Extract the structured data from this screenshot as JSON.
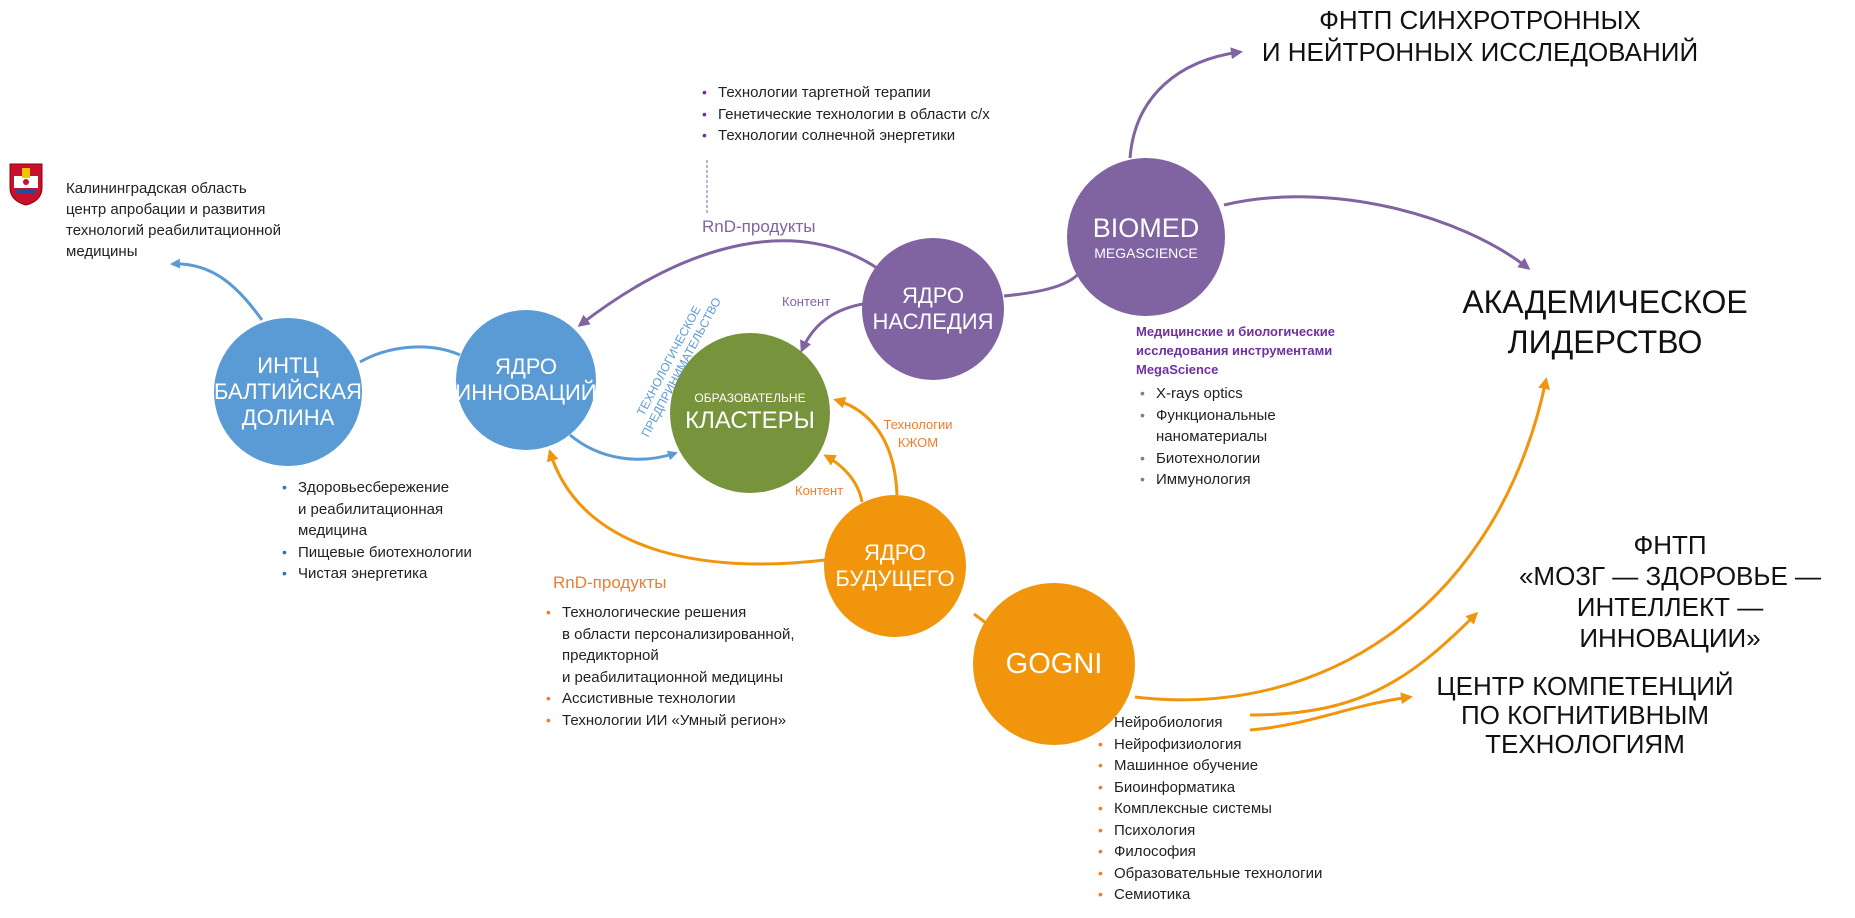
{
  "colors": {
    "blue": "#5b9bd5",
    "purple": "#8064a2",
    "green": "#77933c",
    "orange": "#f0950c"
  },
  "logo": {
    "icon": "kaliningrad-coat-of-arms-icon"
  },
  "kaliningrad": {
    "lines": [
      "Калининградская область",
      "центр апробации и развития",
      "технологий реабилитационной",
      "медицины"
    ]
  },
  "nodes": {
    "intc": {
      "lines": [
        "ИНТЦ",
        "БАЛТИЙСКАЯ",
        "ДОЛИНА"
      ]
    },
    "innovation": {
      "lines": [
        "ЯДРО",
        "ИННОВАЦИЙ"
      ]
    },
    "clusters": {
      "small": "ОБРАЗОВАТЕЛЬНЕ",
      "big": "КЛАСТЕРЫ"
    },
    "heritage": {
      "lines": [
        "ЯДРО",
        "НАСЛЕДИЯ"
      ]
    },
    "future": {
      "lines": [
        "ЯДРО",
        "БУДУЩЕГО"
      ]
    },
    "biomed": {
      "title": "BIOMED",
      "subtitle": "MEGASCIENCE"
    },
    "gogni": {
      "title": "GOGNI"
    }
  },
  "heritage_products": [
    "Технологии таргетной терапии",
    "Генетические технологии в области с/х",
    "Технологии солнечной энергетики"
  ],
  "labels": {
    "rnd_top": "RnD-продукты",
    "content_top": "Контент",
    "tech_entrepreneurship_line1": "ТЕХНОЛОГИЧЕСКОЕ",
    "tech_entrepreneurship_line2": "ПРЕДПРИНИМАТЕЛЬСТВО",
    "tech_kzhom_line1": "Технологии",
    "tech_kzhom_line2": "КЖОМ",
    "content_bottom": "Контент",
    "rnd_bottom": "RnD-продукты"
  },
  "intc_list": [
    [
      "Здоровьесбережение",
      "и реабилитационная",
      "медицина"
    ],
    [
      "Пищевые биотехнологии"
    ],
    [
      "Чистая энергетика"
    ]
  ],
  "future_list": [
    [
      "Технологические решения",
      "в области персонализированной,",
      "предикторной",
      "и реабилитационной медицины"
    ],
    [
      "Ассистивные технологии"
    ],
    [
      "Технологии ИИ «Умный регион»"
    ]
  ],
  "biomed_heading": [
    "Медицинские и биологические",
    "исследования инструментами",
    "MegaScience"
  ],
  "biomed_list": [
    [
      "X-rays optics"
    ],
    [
      "Функциональные",
      "наноматериалы"
    ],
    [
      "Биотехнологии"
    ],
    [
      "Иммунология"
    ]
  ],
  "gogni_list": [
    "Нейробиология",
    "Нейрофизиология",
    "Машинное обучение",
    "Биоинформатика",
    "Комплексные системы",
    "Психология",
    "Философия",
    "Образовательные технологии",
    "Семиотика"
  ],
  "targets": {
    "synchrotron": [
      "ФНТП  СИНХРОТРОННЫХ",
      "И НЕЙТРОННЫХ ИССЛЕДОВАНИЙ"
    ],
    "academic": [
      "АКАДЕМИЧЕСКОЕ",
      "ЛИДЕРСТВО"
    ],
    "brain": [
      "ФНТП",
      "«МОЗГ — ЗДОРОВЬЕ —",
      "ИНТЕЛЛЕКТ — ИННОВАЦИИ»"
    ],
    "cognitive": [
      "ЦЕНТР КОМПЕТЕНЦИЙ",
      "ПО КОГНИТИВНЫМ",
      "ТЕХНОЛОГИЯМ"
    ]
  }
}
